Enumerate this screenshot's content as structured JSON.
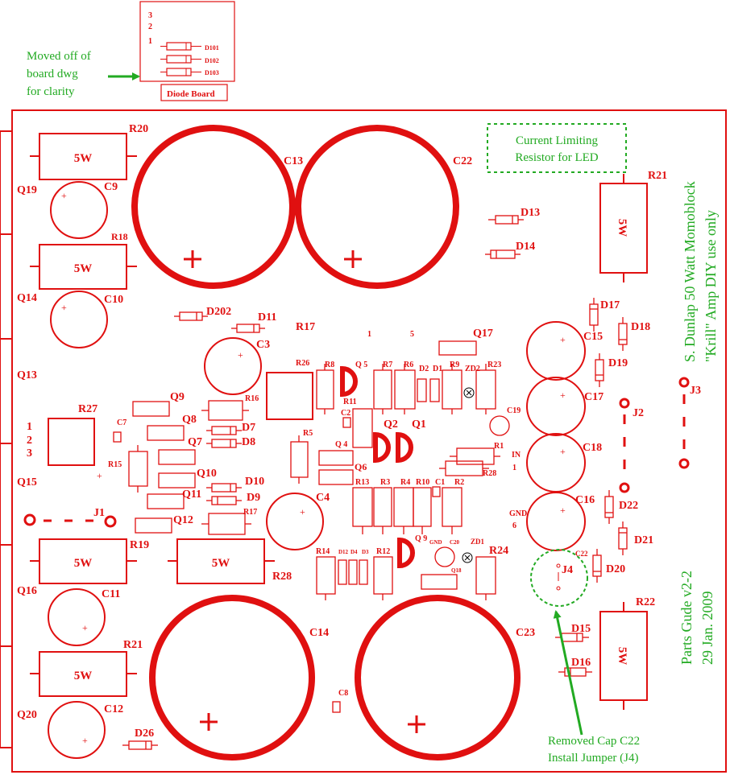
{
  "colors": {
    "trace": "#e01010",
    "annotation": "#22aa22",
    "background": "#ffffff"
  },
  "notes": {
    "moved_line1": "Moved off of",
    "moved_line2": "board dwg",
    "moved_line3": "for clarity",
    "current_line1": "Current Limiting",
    "current_line2": "Resistor for LED",
    "removed_line1": "Removed Cap C22",
    "removed_line2": "Install Jumper (J4)"
  },
  "diode_board": {
    "caption": "Diode Board",
    "pins": [
      "3",
      "2",
      "1"
    ],
    "diodes": [
      "D101",
      "D102",
      "D103"
    ]
  },
  "title": {
    "line1": "S. Dunlap 50 Watt  Momoblock",
    "line2": "\"Krill\" Amp     DIY use only",
    "line3": "Parts Gude v2-2",
    "line4": "29 Jan. 2009"
  },
  "power_rating": "5W",
  "side_pins": [
    "1",
    "2",
    "3"
  ],
  "labels": {
    "R20": "R20",
    "R18": "R18",
    "R19": "R19",
    "R21": "R21",
    "R21b": "R21",
    "R22": "R22",
    "R27": "R27",
    "R28": "R28",
    "R26": "R26",
    "R17": "R17",
    "R17b": "R17",
    "R16": "R16",
    "R15": "R15",
    "R8": "R8",
    "R7": "R7",
    "R6": "R6",
    "R9": "R9",
    "R23": "R23",
    "R11": "R11",
    "R5": "R5",
    "R1": "R1",
    "R13": "R13",
    "R3": "R3",
    "R4": "R4",
    "R10": "R10",
    "R2": "R2",
    "R14": "R14",
    "R12": "R12",
    "R24": "R24",
    "C13": "C13",
    "C22": "C22",
    "C9": "C9",
    "C10": "C10",
    "C3": "C3",
    "C4": "C4",
    "C11": "C11",
    "C12": "C12",
    "C14": "C14",
    "C23": "C23",
    "C15": "C15",
    "C17": "C17",
    "C18": "C18",
    "C16": "C16",
    "C19": "C19",
    "C7": "C7",
    "C2": "C2",
    "C1": "C1",
    "C8": "C8",
    "C20": "C20",
    "C22s": "C22",
    "Q19": "Q19",
    "Q14": "Q14",
    "Q13": "Q13",
    "Q15": "Q15",
    "Q16": "Q16",
    "Q20": "Q20",
    "Q17": "Q17",
    "Q9": "Q9",
    "Q8": "Q8",
    "Q7": "Q7",
    "Q10": "Q10",
    "Q11": "Q11",
    "Q12": "Q12",
    "Q5": "Q 5",
    "Q4": "Q 4",
    "Q6": "Q6",
    "Q2": "Q2",
    "Q1": "Q1",
    "Q9b": "Q 9",
    "Q18": "Q18",
    "D13": "D13",
    "D14": "D14",
    "D202": "D202",
    "D11": "D11",
    "D17": "D17",
    "D18": "D18",
    "D19": "D19",
    "D7": "D7",
    "D8": "D8",
    "D10": "D10",
    "D9": "D9",
    "D22": "D22",
    "D21": "D21",
    "D20": "D20",
    "D15": "D15",
    "D16": "D16",
    "D26": "D26",
    "D2": "D2",
    "D1": "D1",
    "ZD2": "ZD2",
    "ZD1": "ZD1",
    "D12": "D12",
    "D4": "D4",
    "D3": "D3",
    "J1": "J1",
    "J2": "J2",
    "J3": "J3",
    "J4": "J4",
    "IN": "IN",
    "GND": "GND",
    "GND2": "GND",
    "pin1": "1",
    "pin6": "6",
    "top1": "1",
    "top5": "5"
  }
}
